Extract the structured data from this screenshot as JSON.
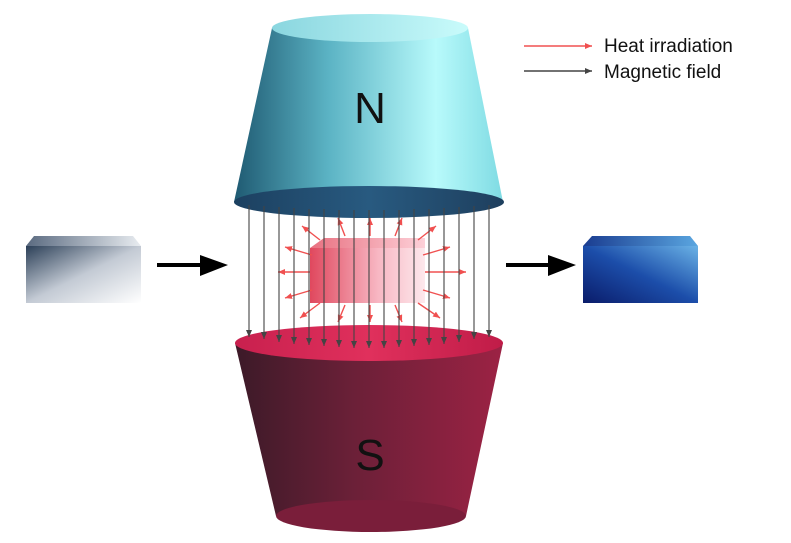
{
  "legend": {
    "items": [
      {
        "label": "Heat irradiation",
        "color": "#f05050"
      },
      {
        "label": "Magnetic field",
        "color": "#444444"
      }
    ]
  },
  "poles": {
    "north": {
      "label": "N",
      "color": "#6fd3e0"
    },
    "south": {
      "label": "S",
      "color": "#8a2040"
    }
  },
  "blocks": {
    "input_color": "#d8dde4",
    "heated_color": "#f8b0bc",
    "output_color": "#1a4fa8"
  },
  "icons": [
    "right-arrow-icon",
    "right-arrow-icon"
  ]
}
